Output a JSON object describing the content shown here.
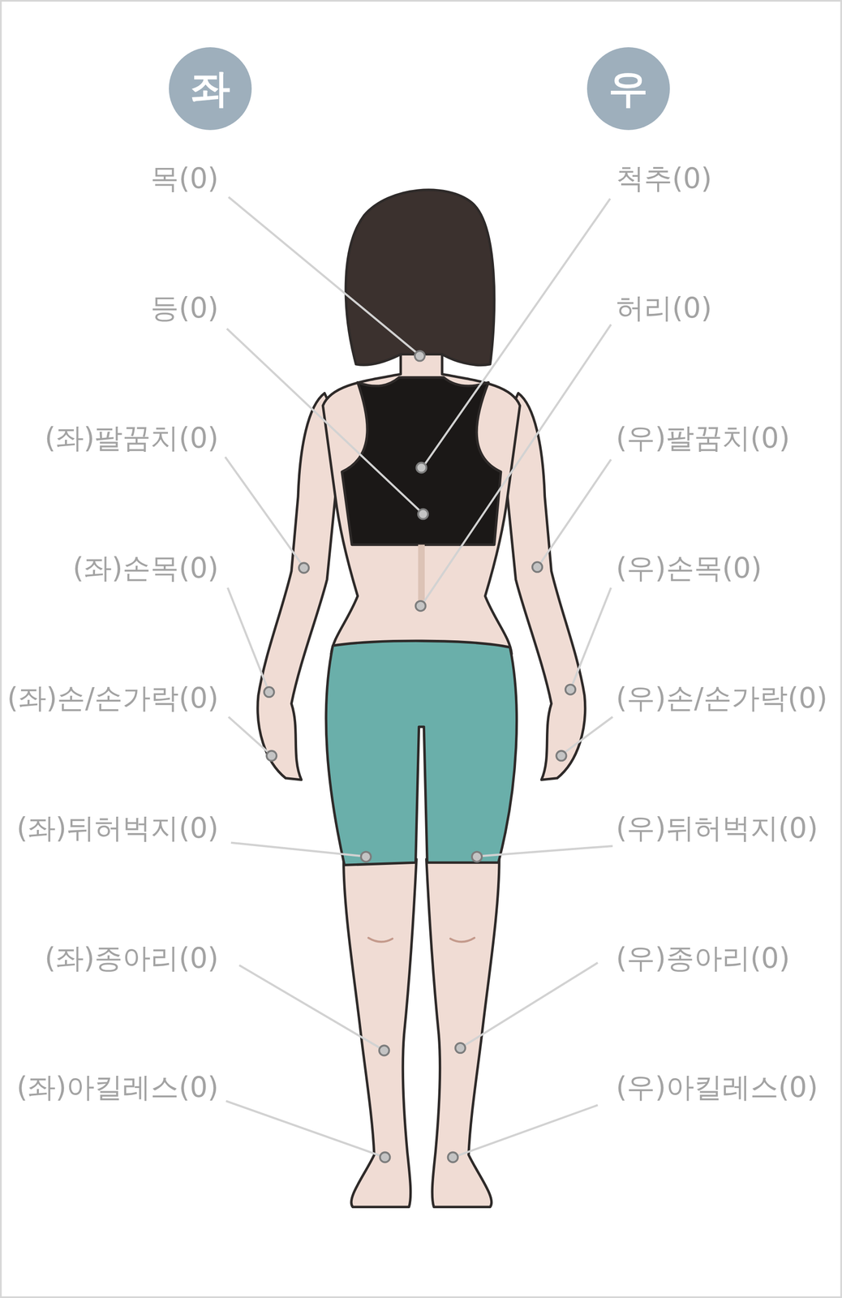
{
  "diagram": {
    "nodes": [
      {
        "text": [
          "좌"
        ]
      },
      {
        "text": [
          "우"
        ]
      }
    ],
    "labels": [
      "목(0)",
      "척추(0)",
      "등(0)",
      "허리(0)",
      "(좌)팔꿈치(0)",
      "(우)팔꿈치(0)",
      "(좌)손목(0)",
      "(우)손목(0)",
      "(좌)손/손가락(0)",
      "(우)손/손가락(0)",
      "(좌)뒤허벅지(0)",
      "(우)뒤허벅지(0)",
      "(좌)종아리(0)",
      "(우)종아리(0)",
      "(좌)아킬레스(0)",
      "(우)아킬레스(0)"
    ]
  }
}
